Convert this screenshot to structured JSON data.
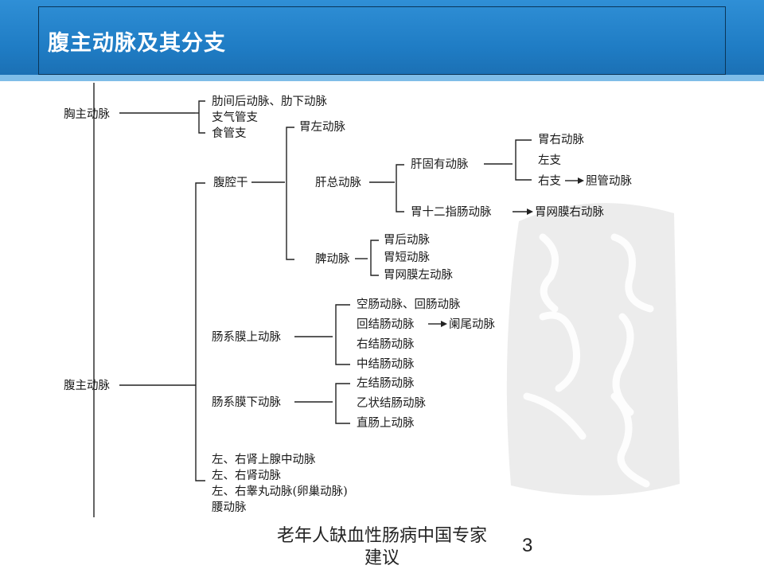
{
  "slide": {
    "title": "腹主动脉及其分支",
    "footer": "老年人缺血性肠病中国专家建议",
    "page_number": "3"
  },
  "diagram": {
    "thoracic": "胸主动脉",
    "thoracic_branches": [
      "肋间后动脉、肋下动脉",
      "支气管支",
      "食管支"
    ],
    "abdominal": "腹主动脉",
    "celiac": "腹腔干",
    "left_gastric": "胃左动脉",
    "common_hepatic": "肝总动脉",
    "proper_hepatic": "肝固有动脉",
    "right_gastric": "胃右动脉",
    "left_branch": "左支",
    "right_branch": "右支",
    "cystic": "胆管动脉",
    "gastroduodenal": "胃十二指肠动脉",
    "right_gastroepiploic": "胃网膜右动脉",
    "splenic": "脾动脉",
    "splenic_branches": [
      "胃后动脉",
      "胃短动脉",
      "胃网膜左动脉"
    ],
    "sma": "肠系膜上动脉",
    "sma_branches": [
      "空肠动脉、回肠动脉",
      "回结肠动脉",
      "右结肠动脉",
      "中结肠动脉"
    ],
    "appendicular": "阑尾动脉",
    "ima": "肠系膜下动脉",
    "ima_branches": [
      "左结肠动脉",
      "乙状结肠动脉",
      "直肠上动脉"
    ],
    "paired_branches": [
      "左、右肾上腺中动脉",
      "左、右肾动脉",
      "左、右睾丸动脉(卵巢动脉)",
      "腰动脉"
    ]
  }
}
